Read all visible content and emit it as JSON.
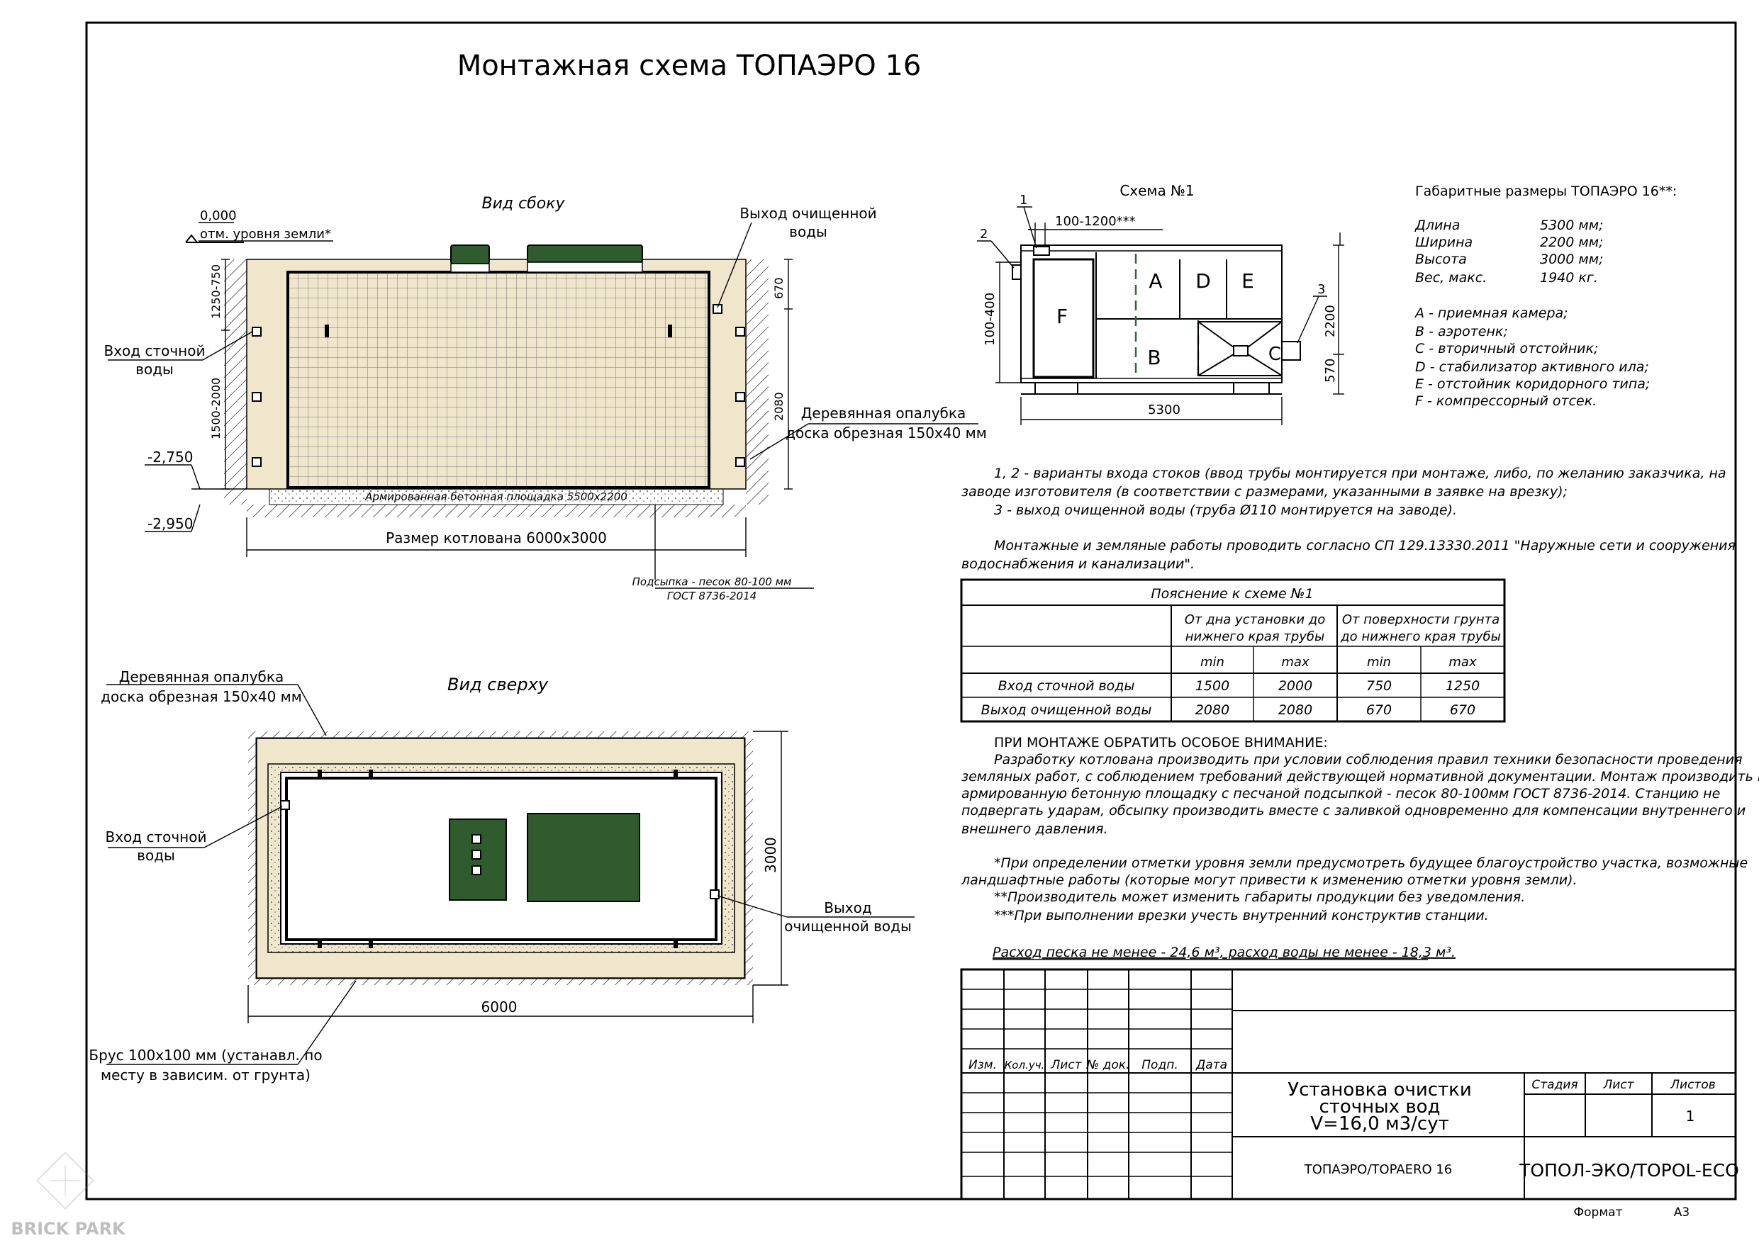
{
  "title": "Монтажная схема ТОПАЭРО 16",
  "side_view": {
    "heading": "Вид сбоку",
    "level_top": "0,000",
    "level_top_note": "отм. уровня земли*",
    "level_mid": "-2,750",
    "level_bottom": "-2,950",
    "dim_left_upper": "1250-750",
    "dim_left_lower": "1500-2000",
    "dim_right_upper": "670",
    "dim_right_lower": "2080",
    "inlet_label_1": "Вход сточной",
    "inlet_label_2": "воды",
    "outlet_label_1": "Выход очищенной",
    "outlet_label_2": "воды",
    "formwork_label_1": "Деревянная опалубка",
    "formwork_label_2": "доска обрезная 150х40 мм",
    "slab_label": "Армированная бетонная площадка 5500х2200",
    "pit_size": "Размер котлована 6000х3000",
    "sand_label_1": "Подсыпка - песок 80-100 мм",
    "sand_label_2": "ГОСТ 8736-2014"
  },
  "top_view": {
    "heading": "Вид сверху",
    "formwork_label_1": "Деревянная опалубка",
    "formwork_label_2": "доска обрезная 150х40 мм",
    "inlet_label_1": "Вход сточной",
    "inlet_label_2": "воды",
    "outlet_label_1": "Выход",
    "outlet_label_2": "очищенной воды",
    "dim_width": "6000",
    "dim_height": "3000",
    "beam_label_1": "Брус 100х100 мм (устанавл. по",
    "beam_label_2": "месту в зависим. от грунта)"
  },
  "scheme": {
    "heading": "Схема №1",
    "mark_1": "1",
    "mark_2": "2",
    "mark_3": "3",
    "dim_top": "100-1200***",
    "dim_left": "100-400",
    "dim_height": "2200",
    "dim_bottom_right": "570",
    "dim_length": "5300",
    "zones": [
      "A",
      "D",
      "E",
      "F",
      "B",
      "C"
    ]
  },
  "dimensions": {
    "heading": "Габаритные размеры ТОПАЭРО 16**:",
    "rows": [
      {
        "label": "Длина",
        "value": "5300 мм;"
      },
      {
        "label": "Ширина",
        "value": "2200 мм;"
      },
      {
        "label": "Высота",
        "value": "3000 мм;"
      },
      {
        "label": "Вес, макс.",
        "value": "1940 кг."
      }
    ],
    "legend": [
      "A - приемная камера;",
      "B - аэротенк;",
      "C - вторичный отстойник;",
      "D - стабилизатор активного ила;",
      "E - отстойник коридорного типа;",
      "F - компрессорный отсек."
    ]
  },
  "notes": {
    "p1_line1": "1, 2 - варианты входа  стоков (ввод трубы монтируется при монтаже, либо, по желанию заказчика, на",
    "p1_line2": "заводе изготовителя (в соответствии с размерами, указанными в заявке на врезку);",
    "p1_line3": "3 - выход очищенной воды (труба Ø110 монтируется на заводе).",
    "p2_line1": "Монтажные и земляные работы проводить согласно СП 129.13330.2011 \"Наружные сети и сооружения",
    "p2_line2": "водоснабжения и канализации\"."
  },
  "table": {
    "caption": "Пояснение к схеме №1",
    "group_1": [
      "От дна установки до",
      "нижнего края трубы"
    ],
    "group_2": [
      "От поверхности грунта",
      "до нижнего края трубы"
    ],
    "subheaders": [
      "min",
      "max",
      "min",
      "max"
    ],
    "rows": [
      {
        "label": "Вход сточной воды",
        "values": [
          "1500",
          "2000",
          "750",
          "1250"
        ]
      },
      {
        "label": "Выход очищенной воды",
        "values": [
          "2080",
          "2080",
          "670",
          "670"
        ]
      }
    ]
  },
  "attention": {
    "heading": "ПРИ МОНТАЖЕ ОБРАТИТЬ ОСОБОЕ ВНИМАНИЕ:",
    "lines": [
      "Разработку котлована производить при условии соблюдения правил техники безопасности проведения",
      "земляных работ, с соблюдением требований действующей нормативной документации.  Монтаж производить на",
      "армированную бетонную площадку с песчаной подсыпкой - песок 80-100мм ГОСТ 8736-2014. Станцию не",
      "подвергать ударам, обсыпку производить вместе с заливкой одновременно для компенсации внутреннего и",
      "внешнего давления."
    ],
    "footnotes": [
      "*При определении отметки уровня земли предусмотреть будущее благоустройство участка, возможные",
      "ландшафтные работы (которые могут привести к изменению отметки уровня земли).",
      "**Производитель может изменить габариты продукции без уведомления.",
      "***При выполнении врезки учесть внутренний конструктив станции."
    ],
    "consumption": "Расход песка не менее - 24,6 м³, расход воды не менее - 18,3 м³."
  },
  "stamp": {
    "cols": [
      "Изм.",
      "Кол.уч.",
      "Лист",
      "№ док.",
      "Подп.",
      "Дата"
    ],
    "name_1": "Установка очистки",
    "name_2": "сточных вод",
    "name_3": "V=16,0 м3/сут",
    "stage": "Стадия",
    "sheet": "Лист",
    "sheets": "Листов",
    "sheets_value": "1",
    "model": "ТОПАЭРО/TOPAERO 16",
    "company": "ТОПОЛ-ЭКО/TOPOL-ECO",
    "format_label": "Формат",
    "format_value": "А3"
  },
  "watermark": "BRICK PARK"
}
